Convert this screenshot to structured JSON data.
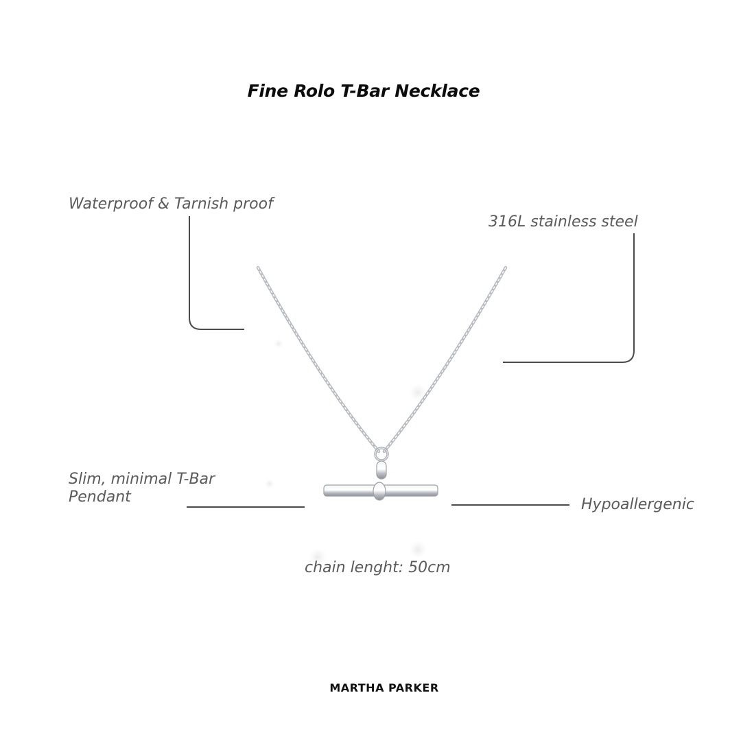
{
  "title": "Fine Rolo T-Bar Necklace",
  "features": {
    "waterproof": "Waterproof & Tarnish proof",
    "steel": "316L stainless steel",
    "pendant": "Slim, minimal T-Bar Pendant",
    "hypoallergenic": "Hypoallergenic",
    "chain_length": "chain lenght: 50cm"
  },
  "brand": "MARTHA PARKER",
  "colors": {
    "text": "#5a5a5a",
    "leader_line": "#4a4a4a",
    "metal": "#c9ccd1"
  }
}
